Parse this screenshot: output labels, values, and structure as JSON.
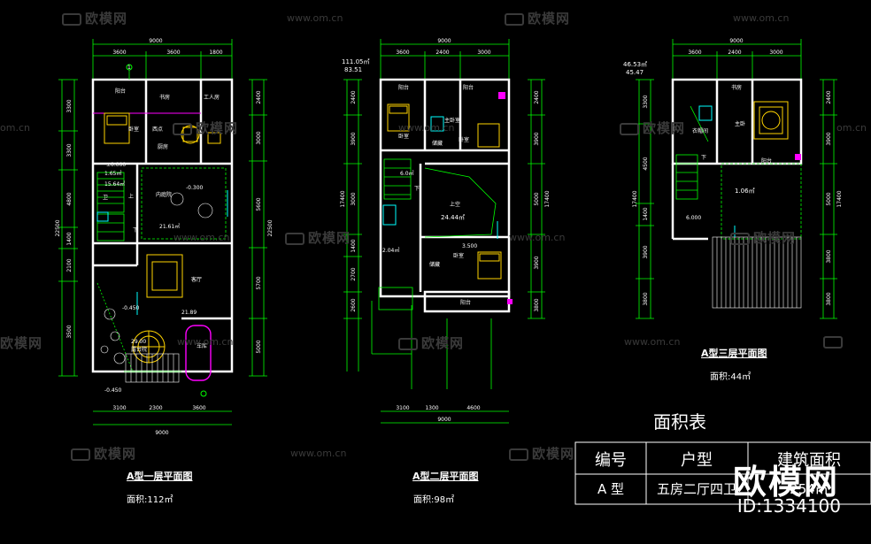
{
  "watermarks": {
    "brand": "欧模网",
    "url": "www.om.cn",
    "url_short": "om.cn"
  },
  "plan1": {
    "title": "A型一层平面图",
    "area": "面积:112㎡",
    "overall_dim": "9000",
    "top_dims": [
      "3600",
      "3600",
      "1800"
    ],
    "bottom_dims": [
      "3100",
      "2300",
      "3600"
    ],
    "bottom_overall": "9000",
    "left_dims": [
      "3300",
      "3300",
      "4800",
      "1400",
      "2100",
      "3500"
    ],
    "left_overall": "22500",
    "right_dims": [
      "2400",
      "3000",
      "5600",
      "5700",
      "5000"
    ],
    "right_overall": "22500",
    "grid_mark": "1",
    "room_labels": [
      "阳台",
      "书房",
      "卧室",
      "西点",
      "厨房",
      "工人房",
      "卫",
      "上",
      "内庭院",
      "下",
      "客厅",
      "车库",
      "露台院"
    ],
    "level_labels": [
      "±0.000",
      "-0.300",
      "-0.450",
      "-0.450"
    ],
    "area_labels": [
      "1.65㎡",
      "15.64㎡",
      "21.61㎡",
      "21.89",
      "29.00"
    ]
  },
  "plan2": {
    "title": "A型二层平面图",
    "area": "面积:98㎡",
    "overall_dim": "9000",
    "top_dims": [
      "3600",
      "2400",
      "3000"
    ],
    "bottom_dims": [
      "3100",
      "1300",
      "4600"
    ],
    "bottom_overall": "9000",
    "left_dims": [
      "2400",
      "3900",
      "3000",
      "1400",
      "2700",
      "2600"
    ],
    "left_overall": "17400",
    "right_dims": [
      "2400",
      "3900",
      "5000",
      "3900",
      "3800"
    ],
    "right_overall": "17400",
    "corner_area": "111.05㎡",
    "corner_area2": "83.51",
    "room_labels": [
      "阳台",
      "阳台",
      "卧室",
      "卧室",
      "主卧室",
      "储藏",
      "上空",
      "储藏",
      "卧室",
      "阳台",
      "下"
    ],
    "area_labels": [
      "6.0㎡",
      "24.44㎡",
      "2.04㎡",
      "3.500"
    ]
  },
  "plan3": {
    "title": "A型三层平面图",
    "area": "面积:44㎡",
    "overall_dim": "9000",
    "top_dims": [
      "3600",
      "2400",
      "3000"
    ],
    "left_dims": [
      "3300",
      "4500",
      "1400",
      "3900",
      "3800"
    ],
    "left_overall": "17400",
    "right_dims": [
      "2400",
      "3900",
      "5000",
      "3800",
      "3800"
    ],
    "right_overall": "17400",
    "corner_area": "46.53㎡",
    "corner_area2": "45.47",
    "room_labels": [
      "书房",
      "主卧",
      "衣帽间",
      "阳台",
      "下"
    ],
    "area_labels": [
      "1.06㎡",
      "6.000"
    ]
  },
  "area_table": {
    "title": "面积表",
    "headers": [
      "编号",
      "户型",
      "建筑面积"
    ],
    "row": [
      "A 型",
      "五房二厅四卫",
      "254㎡"
    ]
  },
  "brand": {
    "name": "欧模网",
    "id": "ID:1334100"
  }
}
